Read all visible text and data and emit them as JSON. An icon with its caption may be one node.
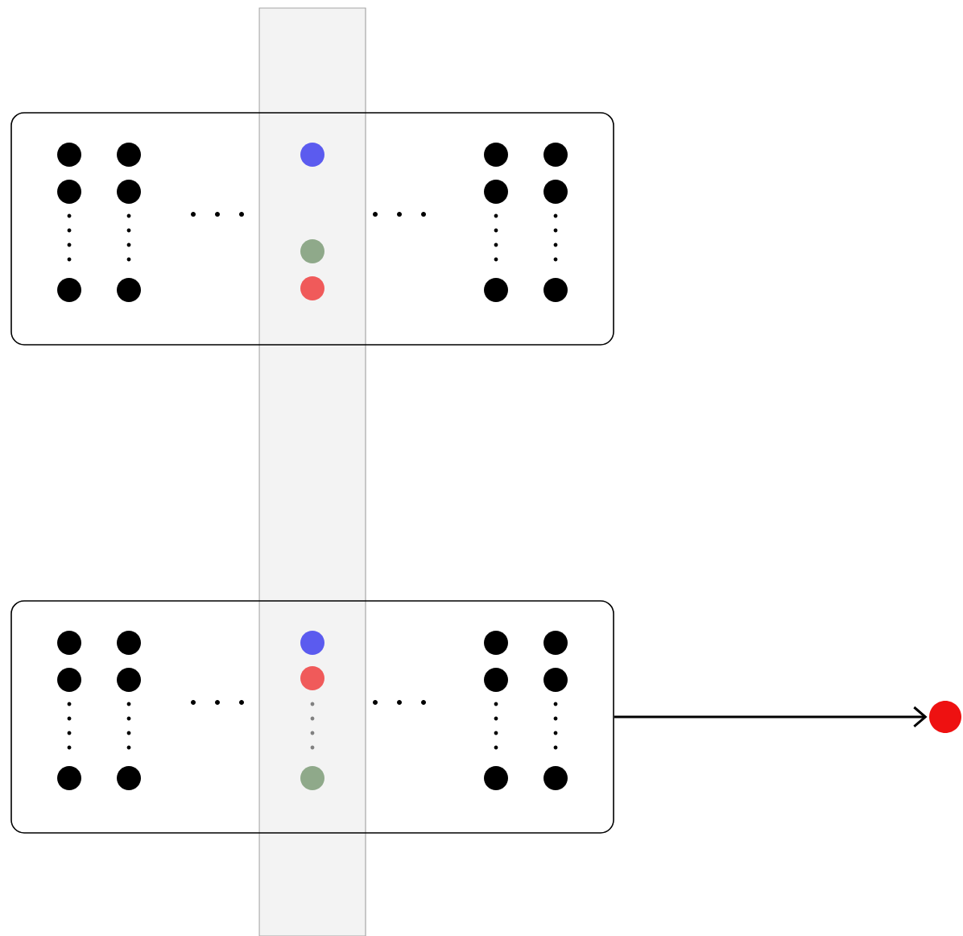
{
  "diagram": {
    "nodes": [
      {
        "text": [],
        "shape": "box"
      },
      {
        "text": [],
        "shape": "box"
      },
      {
        "text": [],
        "shape": "circle"
      }
    ],
    "edges": [
      {
        "from": 1,
        "to": 2,
        "arrow": "to"
      }
    ]
  }
}
